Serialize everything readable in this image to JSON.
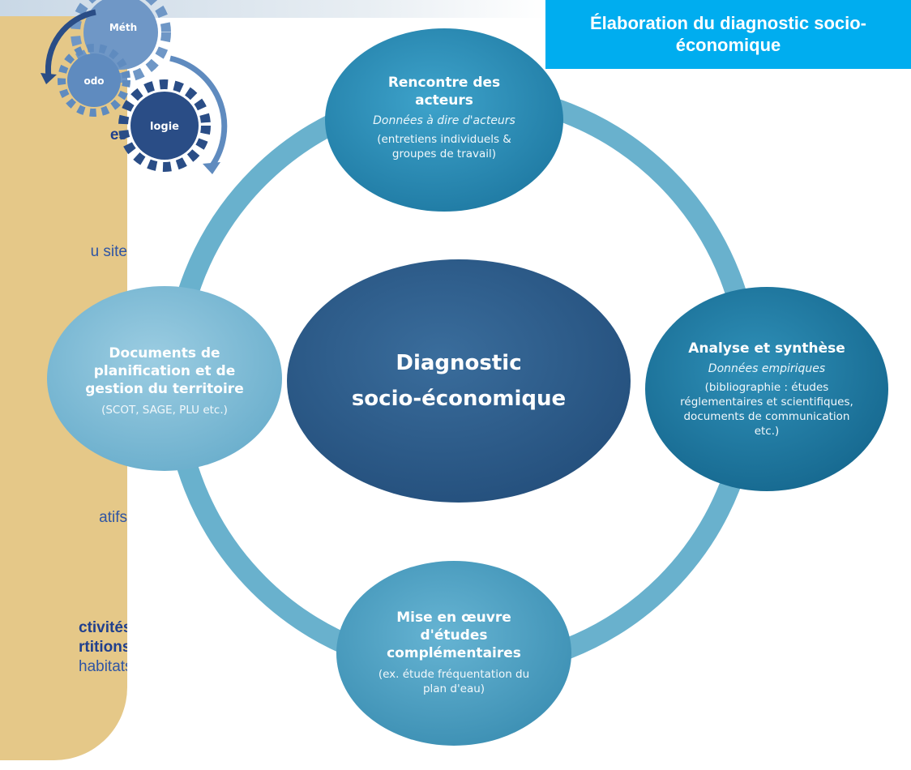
{
  "header": {
    "title": "Élaboration du diagnostic socio-économique"
  },
  "logo": {
    "gear1": "Méth",
    "gear2": "odo",
    "gear3": "logie"
  },
  "side_panel": {
    "fragments": [
      "es",
      "u site",
      "atifs",
      "ctivités",
      "rtitions",
      "habitats"
    ]
  },
  "center": {
    "title": "Diagnostic",
    "subtitle": "socio-économique"
  },
  "nodes": {
    "top": {
      "title": "Rencontre des acteurs",
      "subtitle": "Données à dire d'acteurs",
      "detail": "(entretiens individuels & groupes de travail)"
    },
    "right": {
      "title": "Analyse et synthèse",
      "subtitle": "Données empiriques",
      "detail": "(bibliographie : études réglementaires et scientifiques, documents de communication etc.)"
    },
    "bottom": {
      "title": "Mise en œuvre d'études complémentaires",
      "detail": "(ex. étude fréquentation du plan d'eau)"
    },
    "left": {
      "title": "Documents de planification et de gestion du territoire",
      "detail": "(SCOT, SAGE, PLU etc.)"
    }
  },
  "colors": {
    "header_bg": "#00adef",
    "side_panel_bg": "#e5c888",
    "side_text": "#2f55a4",
    "ring": "#4fa3c4",
    "center": "#2e5f8e",
    "top_node": "#2f8fb8",
    "right_node": "#1f7da6",
    "bottom_node": "#4ea2c4",
    "left_node": "#7dbbd6",
    "gear_light": "#6f97c6",
    "gear_dark": "#2a4d86"
  }
}
